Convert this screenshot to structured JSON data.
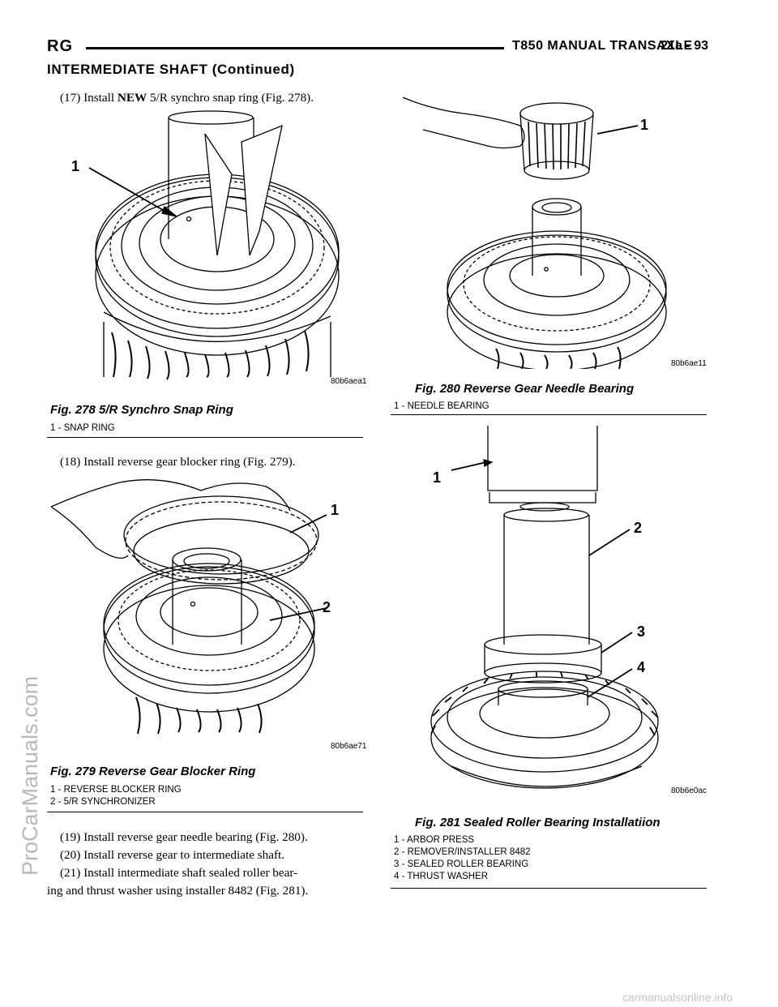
{
  "header": {
    "left": "RG",
    "title": "T850 MANUAL TRANSAXLE",
    "page": "21a - 93"
  },
  "section_title": "INTERMEDIATE SHAFT (Continued)",
  "steps": {
    "s17_prefix": "(17) Install ",
    "s17_bold": "NEW",
    "s17_suffix": " 5/R synchro snap ring (Fig. 278).",
    "s18": "(18) Install reverse gear blocker ring (Fig. 279).",
    "s19": "(19) Install reverse gear needle bearing (Fig. 280).",
    "s20": "(20) Install reverse gear to intermediate shaft.",
    "s21_line1": "(21) Install intermediate shaft sealed roller bear-",
    "s21_line2": "ing and thrust washer using installer 8482 (Fig. 281)."
  },
  "figures": {
    "fig278": {
      "title": "Fig. 278 5/R Synchro Snap Ring",
      "code": "80b6aea1",
      "callouts": [
        "1"
      ],
      "legend": [
        "1 - SNAP RING"
      ]
    },
    "fig279": {
      "title": "Fig. 279 Reverse Gear Blocker Ring",
      "code": "80b6ae71",
      "callouts": [
        "1",
        "2"
      ],
      "legend": [
        "1 - REVERSE BLOCKER RING",
        "2 - 5/R SYNCHRONIZER"
      ]
    },
    "fig280": {
      "title": "Fig. 280 Reverse Gear Needle Bearing",
      "code": "80b6ae11",
      "callouts": [
        "1"
      ],
      "legend": [
        "1 - NEEDLE BEARING"
      ]
    },
    "fig281": {
      "title": "Fig. 281 Sealed Roller Bearing Installatiion",
      "code": "80b6e0ac",
      "callouts": [
        "1",
        "2",
        "3",
        "4"
      ],
      "legend": [
        "1 - ARBOR PRESS",
        "2 - REMOVER/INSTALLER 8482",
        "3 - SEALED ROLLER BEARING",
        "4 - THRUST WASHER"
      ]
    }
  },
  "watermarks": {
    "side": "ProCarManuals.com",
    "bottom": "carmanualsonline.info"
  }
}
